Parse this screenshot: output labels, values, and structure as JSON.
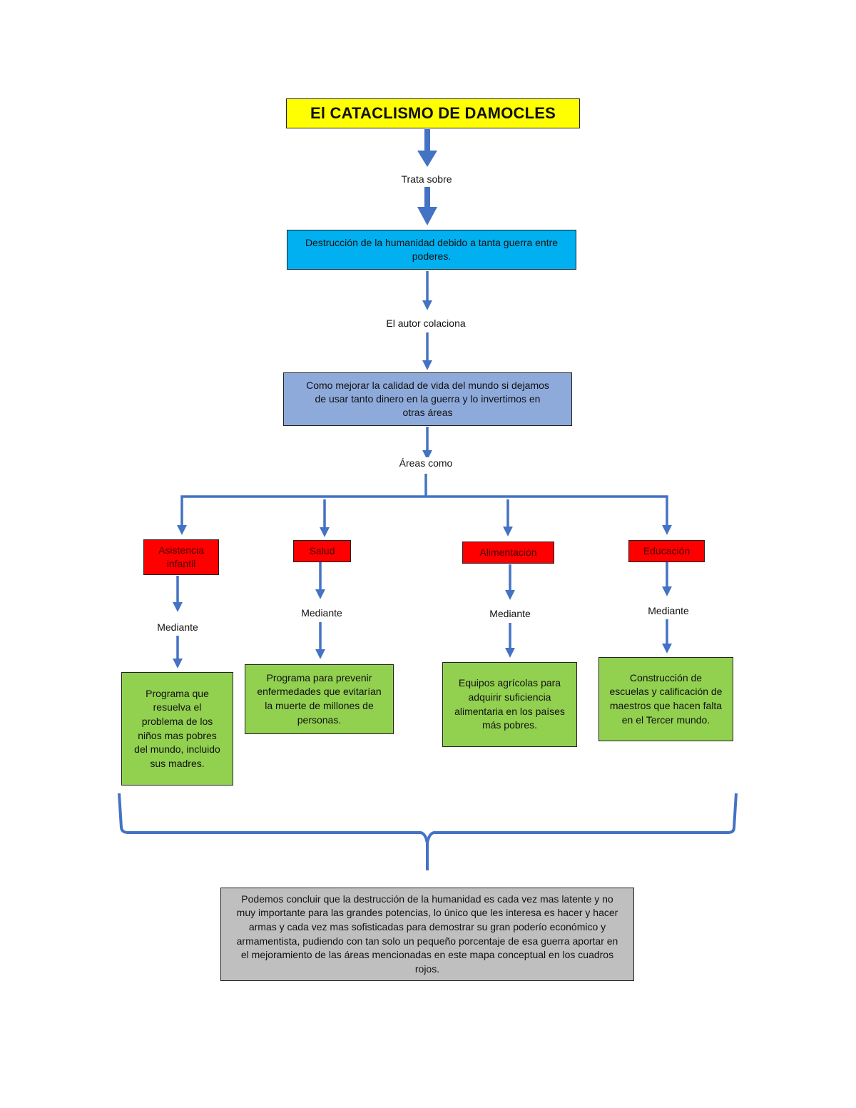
{
  "title": "El CATACLISMO DE DAMOCLES",
  "connectors": {
    "trata_sobre": "Trata sobre",
    "el_autor_colaciona": "El autor colaciona",
    "areas_como": "Áreas como",
    "mediante": "Mediante"
  },
  "topic": "Destrucción de la humanidad debido a tanta guerra entre poderes.",
  "central_question": "Como mejorar la calidad de vida del mundo si dejamos de usar tanto dinero en la guerra y lo invertimos en otras áreas",
  "areas": [
    {
      "name": "Asistencia infantil",
      "detail": "Programa que resuelva el problema de los niños mas pobres del mundo, incluido sus madres."
    },
    {
      "name": "Salud",
      "detail": "Programa para prevenir enfermedades que evitarían la muerte de millones de personas."
    },
    {
      "name": "Alimentación",
      "detail": "Equipos agrícolas para adquirir suficiencia alimentaria en los países más pobres."
    },
    {
      "name": "Educación",
      "detail": "Construcción de escuelas y calificación de maestros que hacen falta en el Tercer mundo."
    }
  ],
  "conclusion": "Podemos concluir que la destrucción de la humanidad es cada vez mas latente y no muy importante para las grandes potencias, lo único que les interesa es hacer y hacer armas y cada vez mas sofisticadas para demostrar su gran poderío económico y armamentista, pudiendo con tan solo un pequeño porcentaje de esa guerra aportar en el mejoramiento de las áreas mencionadas en este mapa conceptual en los cuadros rojos.",
  "colors": {
    "title": "#ffff00",
    "topic": "#00b0f0",
    "central": "#8eaadb",
    "area": "#ff0000",
    "detail": "#92d050",
    "conclusion": "#bfbfbf",
    "connector": "#4472c4"
  }
}
